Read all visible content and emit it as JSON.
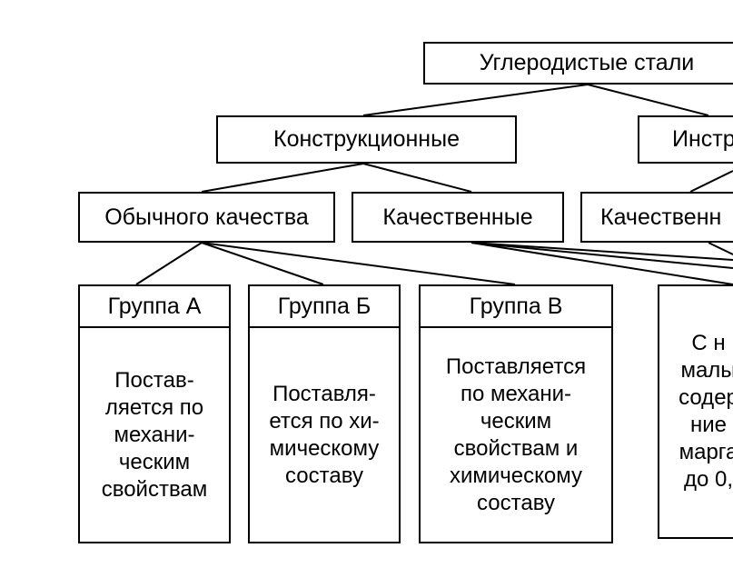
{
  "root": {
    "label": "Углеродистые стали"
  },
  "level1": [
    {
      "label": "Конструкционные"
    },
    {
      "label": "Инстр"
    }
  ],
  "level2": [
    {
      "label": "Обычного качества"
    },
    {
      "label": "Качественные"
    },
    {
      "label": "Качественн"
    }
  ],
  "groups": [
    {
      "title": "Группа А",
      "text": "Постав-\nляется по\nмехани-\nческим\nсвойствам"
    },
    {
      "title": "Группа Б",
      "text": "Поставля-\nется по хи-\nмическому\nсоставу"
    },
    {
      "title": "Группа В",
      "text": "Поставляется\nпо механи-\nческим\nсвойствам и\nхимическому\nсоставу"
    },
    {
      "title": "",
      "text": "С н\nмалы\nсодер\nние\nмарга\nдо 0,"
    }
  ],
  "colors": {
    "line": "#000000",
    "background": "#ffffff"
  }
}
